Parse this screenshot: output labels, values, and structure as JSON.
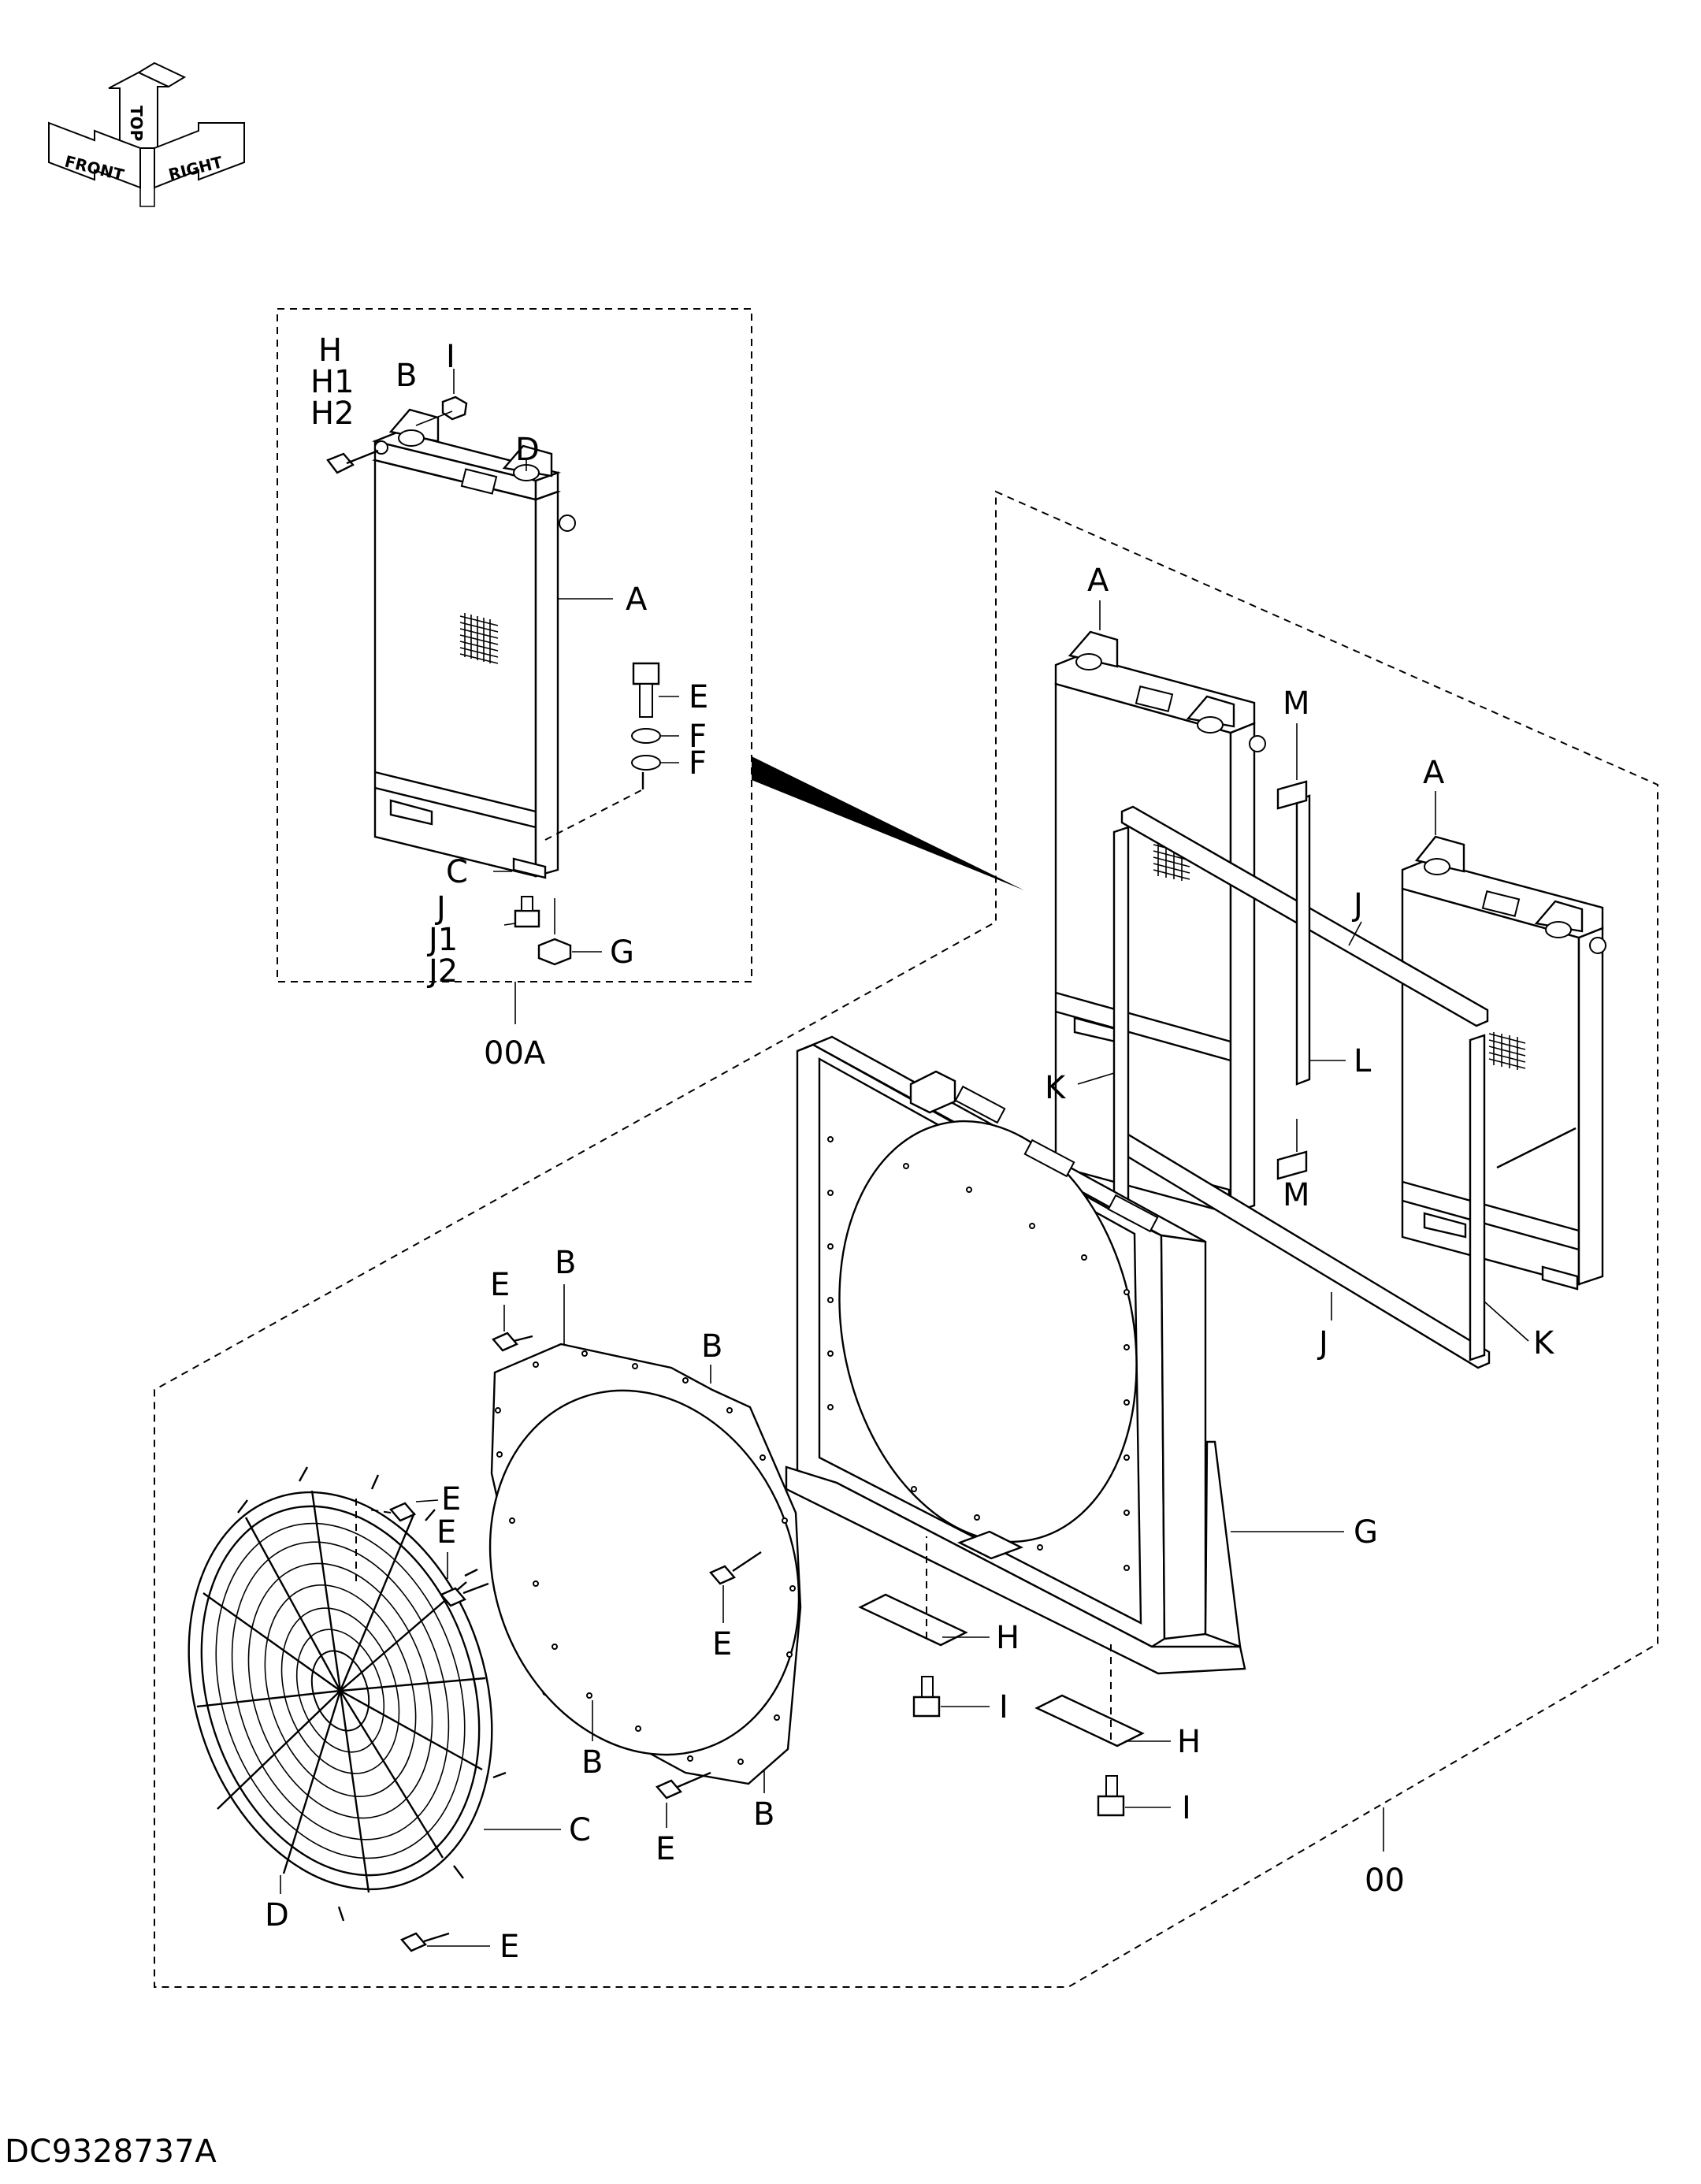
{
  "orientation": {
    "labels": [
      "FRONT",
      "TOP",
      "RIGHT"
    ]
  },
  "document_code": "DC9328737A",
  "assemblies": {
    "subassembly": "00A",
    "main_assembly": "00"
  },
  "detail_labels": {
    "h": "H",
    "h1": "H1",
    "h2": "H2",
    "b": "B",
    "i": "I",
    "d": "D",
    "a": "A",
    "e": "E",
    "f1": "F",
    "f2": "F",
    "c": "C",
    "j": "J",
    "j1": "J1",
    "j2": "J2",
    "g": "G"
  },
  "rad_labels": {
    "a_left": "A",
    "a_right": "A",
    "m_top": "M",
    "m_bottom": "M",
    "j_top": "J",
    "j_bottom": "J",
    "l": "L",
    "k_left": "K",
    "k_right": "K"
  },
  "shroud_labels": {
    "g": "G",
    "h_left": "H",
    "h_right": "H",
    "i_left": "I",
    "i_right": "I"
  },
  "ring_labels": {
    "e_top": "E",
    "b_top": "B",
    "b_right": "B",
    "e_center": "E",
    "b_bottom_left": "B",
    "b_bottom_right": "B",
    "e_bottom": "E"
  },
  "guard_labels": {
    "e_top": "E",
    "e_left": "E",
    "c": "C",
    "d": "D",
    "e_bottom": "E"
  }
}
